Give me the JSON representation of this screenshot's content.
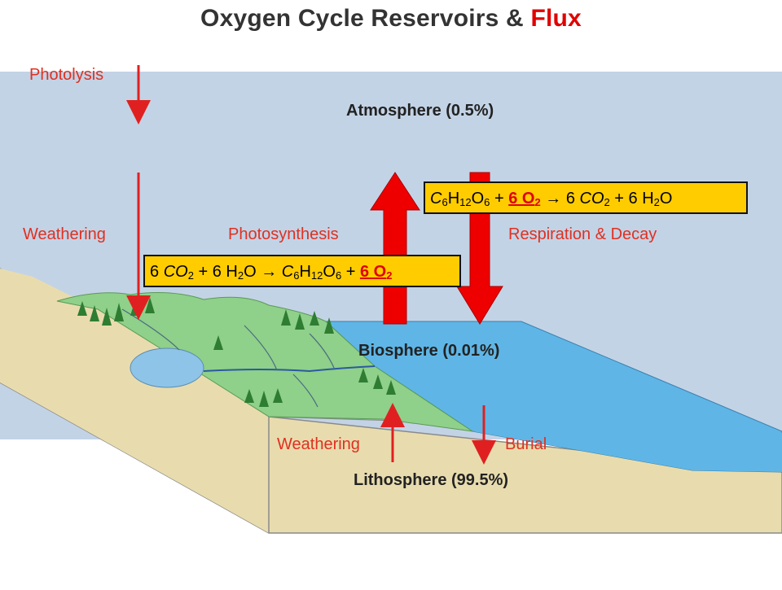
{
  "title": {
    "main": "Oxygen Cycle Reservoirs & ",
    "accent": "Flux"
  },
  "labels": {
    "photolysis": "Photolysis",
    "atmosphere": "Atmosphere (0.5%)",
    "weathering_top": "Weathering",
    "photosynthesis": "Photosynthesis",
    "respiration": "Respiration & Decay",
    "biosphere": "Biosphere (0.01%)",
    "weathering_bottom": "Weathering",
    "burial": "Burial",
    "lithosphere": "Lithosphere (99.5%)"
  },
  "equations": {
    "respiration": {
      "c": "C",
      "c_sub": "6",
      "h": "H",
      "h_sub": "12",
      "o": "O",
      "o_sub": "6",
      "plus1": " + ",
      "o2_coef": "6 O",
      "o2_sub": "2",
      "arrow": " → ",
      "co2_coef": "6 ",
      "co2": "CO",
      "co2_sub": "2",
      "plus2": " + ",
      "h2o_coef": "6 H",
      "h2o_sub": "2",
      "h2o_tail": "O"
    },
    "photosynthesis": {
      "co2_coef": "6 ",
      "co2": "CO",
      "co2_sub": "2",
      "plus1": " + ",
      "h2o_coef": "6 H",
      "h2o_sub": "2",
      "h2o_tail": "O",
      "arrow": " → ",
      "c": "C",
      "c_sub": "6",
      "h": "H",
      "h_sub": "12",
      "o": "O",
      "o_sub": "6",
      "plus2": " + ",
      "o2_coef": "6 O",
      "o2_sub": "2"
    }
  },
  "colors": {
    "sky": "#c3d3e6",
    "ground": "#e8dcae",
    "ocean": "#5fb6e6",
    "land_green": "#8fd08a",
    "flux_arrow": "#ee0000",
    "equation_box": "#ffcc00"
  }
}
